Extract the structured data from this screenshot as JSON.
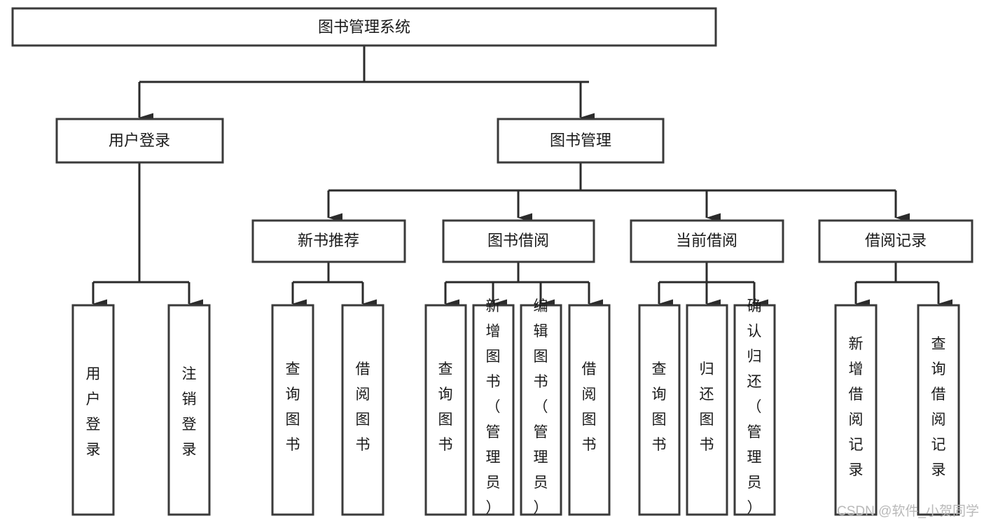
{
  "diagram": {
    "type": "tree-hierarchy-chart",
    "title": "图书管理系统",
    "orientation": "top-down",
    "levels": 4,
    "root": {
      "label": "图书管理系统",
      "id": "root-library-management-system"
    },
    "level2": [
      {
        "id": "user-login",
        "label": "用户登录"
      },
      {
        "id": "book-management",
        "label": "图书管理"
      }
    ],
    "level3": [
      {
        "id": "new-book-recommend",
        "label": "新书推荐",
        "parent": "book-management"
      },
      {
        "id": "book-borrow",
        "label": "图书借阅",
        "parent": "book-management"
      },
      {
        "id": "current-borrow",
        "label": "当前借阅",
        "parent": "book-management"
      },
      {
        "id": "borrow-record",
        "label": "借阅记录",
        "parent": "book-management"
      }
    ],
    "leaves": {
      "user-login": [
        {
          "id": "leaf-user-login",
          "label": "用户登录"
        },
        {
          "id": "leaf-user-logout",
          "label": "注销登录"
        }
      ],
      "new-book-recommend": [
        {
          "id": "leaf-query-book-1",
          "label": "查询图书"
        },
        {
          "id": "leaf-borrow-book-1",
          "label": "借阅图书"
        }
      ],
      "book-borrow": [
        {
          "id": "leaf-query-book-2",
          "label": "查询图书"
        },
        {
          "id": "leaf-add-book-admin",
          "label": "新增图书（管理员）"
        },
        {
          "id": "leaf-edit-book-admin",
          "label": "编辑图书（管理员）"
        },
        {
          "id": "leaf-borrow-book-2",
          "label": "借阅图书"
        }
      ],
      "current-borrow": [
        {
          "id": "leaf-query-book-3",
          "label": "查询图书"
        },
        {
          "id": "leaf-return-book",
          "label": "归还图书"
        },
        {
          "id": "leaf-confirm-return-admin",
          "label": "确认归还（管理员）"
        }
      ],
      "borrow-record": [
        {
          "id": "leaf-add-borrow-record",
          "label": "新增借阅记录"
        },
        {
          "id": "leaf-query-borrow-record",
          "label": "查询借阅记录"
        }
      ]
    },
    "colors": {
      "box_stroke": "#3a3a3a",
      "box_fill": "#ffffff",
      "connector": "#2b2b2b",
      "text": "#1a1a1a",
      "background": "#ffffff",
      "watermark": "#b9b9b9"
    }
  },
  "watermark": {
    "text": "CSDN @软件_小贺同学"
  }
}
